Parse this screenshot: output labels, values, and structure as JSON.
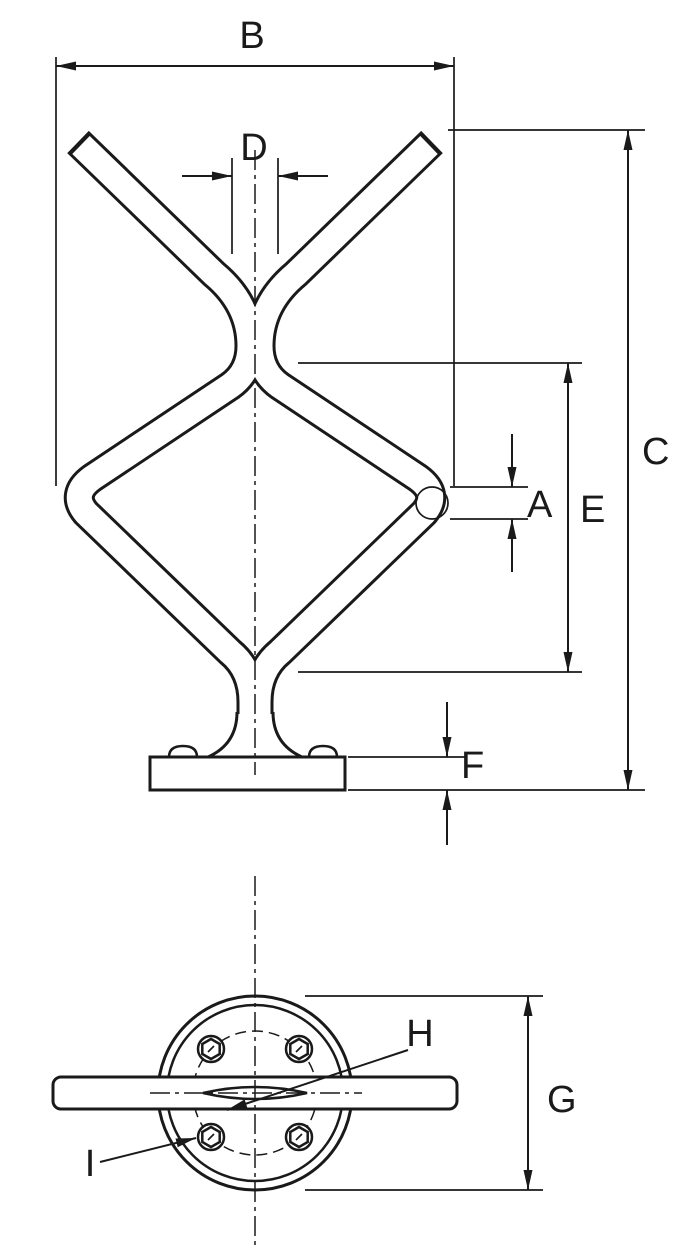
{
  "page": {
    "background": "#ffffff"
  },
  "colors": {
    "line": "#1a1a1a",
    "fill": "#ffffff"
  },
  "labels": {
    "A": "A",
    "B": "B",
    "C": "C",
    "D": "D",
    "E": "E",
    "F": "F",
    "G": "G",
    "H": "H",
    "I": "I"
  }
}
